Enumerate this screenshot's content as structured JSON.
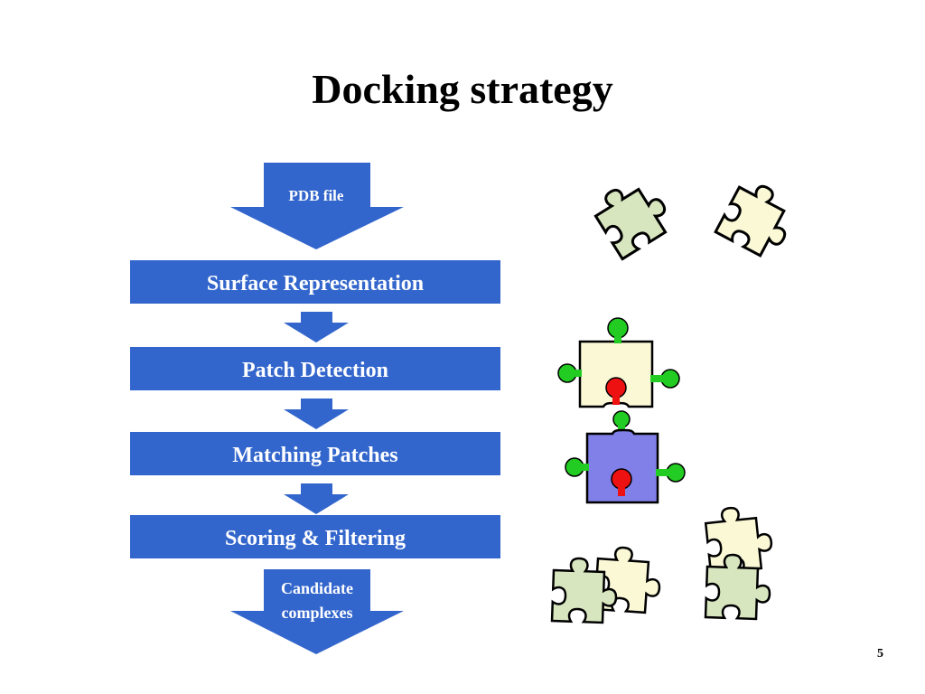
{
  "slide": {
    "title": "Docking strategy",
    "page_number": "5"
  },
  "flow": {
    "input": "PDB file",
    "steps": [
      "Surface Representation",
      "Patch Detection",
      "Matching Patches",
      "Scoring & Filtering"
    ],
    "output_lines": [
      "Candidate",
      "complexes"
    ]
  },
  "colors": {
    "step_fill": "#3366cc",
    "text_on_step": "#ffffff",
    "piece_light_green": "#d8e6bf",
    "piece_cream": "#fbf8d6",
    "piece_blue": "#8080e8",
    "knob_green": "#22cc22",
    "knob_red": "#ee1111"
  }
}
